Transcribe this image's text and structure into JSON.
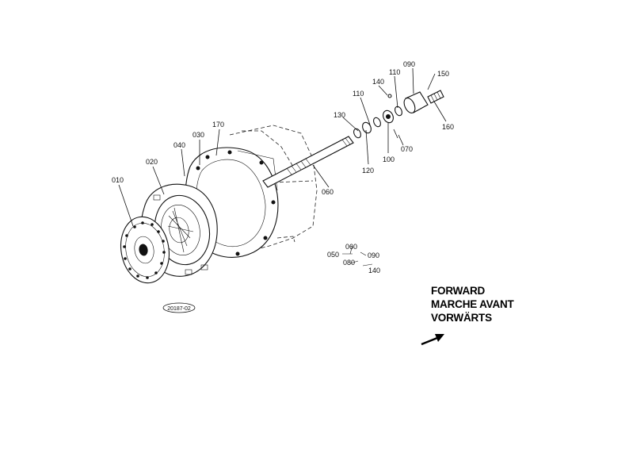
{
  "callouts": {
    "c010": "010",
    "c020": "020",
    "c030": "030",
    "c040": "040",
    "c050": "050",
    "c060": "060",
    "c060b": "060",
    "c070": "070",
    "c080": "080",
    "c090": "090",
    "c090b": "090",
    "c100": "100",
    "c110a": "110",
    "c110b": "110",
    "c120": "120",
    "c130": "130",
    "c140": "140",
    "c140b": "140",
    "c150": "150",
    "c160": "160",
    "c170": "170"
  },
  "direction": {
    "line1": "FORWARD",
    "line2": "MARCHE AVANT",
    "line3": "VORWÄRTS"
  },
  "figure_code": "20187-02"
}
